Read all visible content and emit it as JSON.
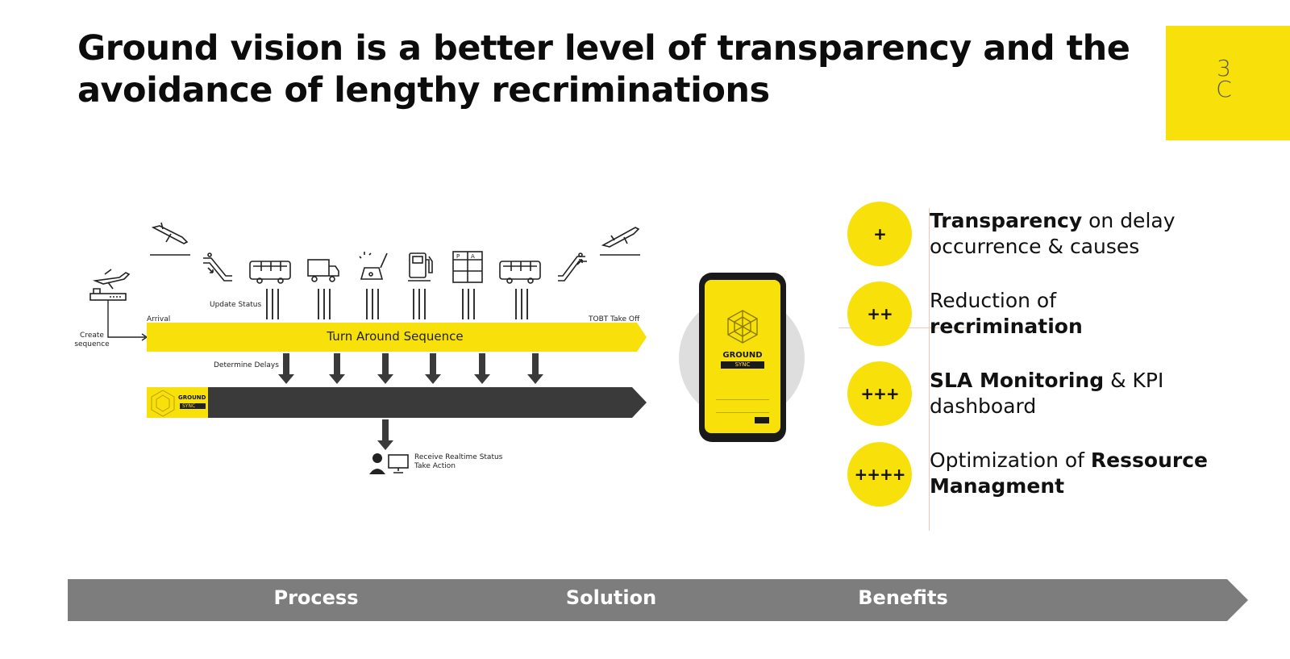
{
  "title": "Ground vision is a better level of transparency and the avoidance of lengthy recriminations",
  "logo": {
    "line1": "3",
    "line2": "C"
  },
  "diagram": {
    "create_sequence": "Create sequence",
    "arrival": "Arrival",
    "update_status": "Update Status",
    "tobt": "TOBT Take Off",
    "turn_around": "Turn Around Sequence",
    "determine_delays": "Determine Delays",
    "brand": "GROUND",
    "brand_sub": "SYNC",
    "receive_line1": "Receive Realtime Status",
    "receive_line2": "Take Action"
  },
  "phone": {
    "brand": "GROUND",
    "sub": "SYNC"
  },
  "benefits": [
    {
      "symbol": "+",
      "pre": "",
      "bold": "Transparency",
      "post": " on delay occurrence & causes"
    },
    {
      "symbol": "++",
      "pre": "Reduction of ",
      "bold": "recrimination",
      "post": ""
    },
    {
      "symbol": "+++",
      "pre": "",
      "bold": "SLA Monitoring",
      "post": " & KPI dashboard"
    },
    {
      "symbol": "++++",
      "pre": "Optimization of ",
      "bold": "Ressource Managment",
      "post": ""
    }
  ],
  "phases": {
    "process": "Process",
    "solution": "Solution",
    "benefits": "Benefits"
  },
  "colors": {
    "accent": "#f8e00b",
    "dark": "#3a3a3a",
    "phase_bar": "#7d7d7d"
  },
  "icons": [
    "landing-plane-icon",
    "escalator-down-icon",
    "bus-icon",
    "truck-icon",
    "cleaning-icon",
    "fuel-pump-icon",
    "gate-sign-icon",
    "bus-icon",
    "escalator-up-icon",
    "takeoff-plane-icon",
    "plane-at-terminal-icon",
    "person-icon",
    "monitor-icon"
  ]
}
